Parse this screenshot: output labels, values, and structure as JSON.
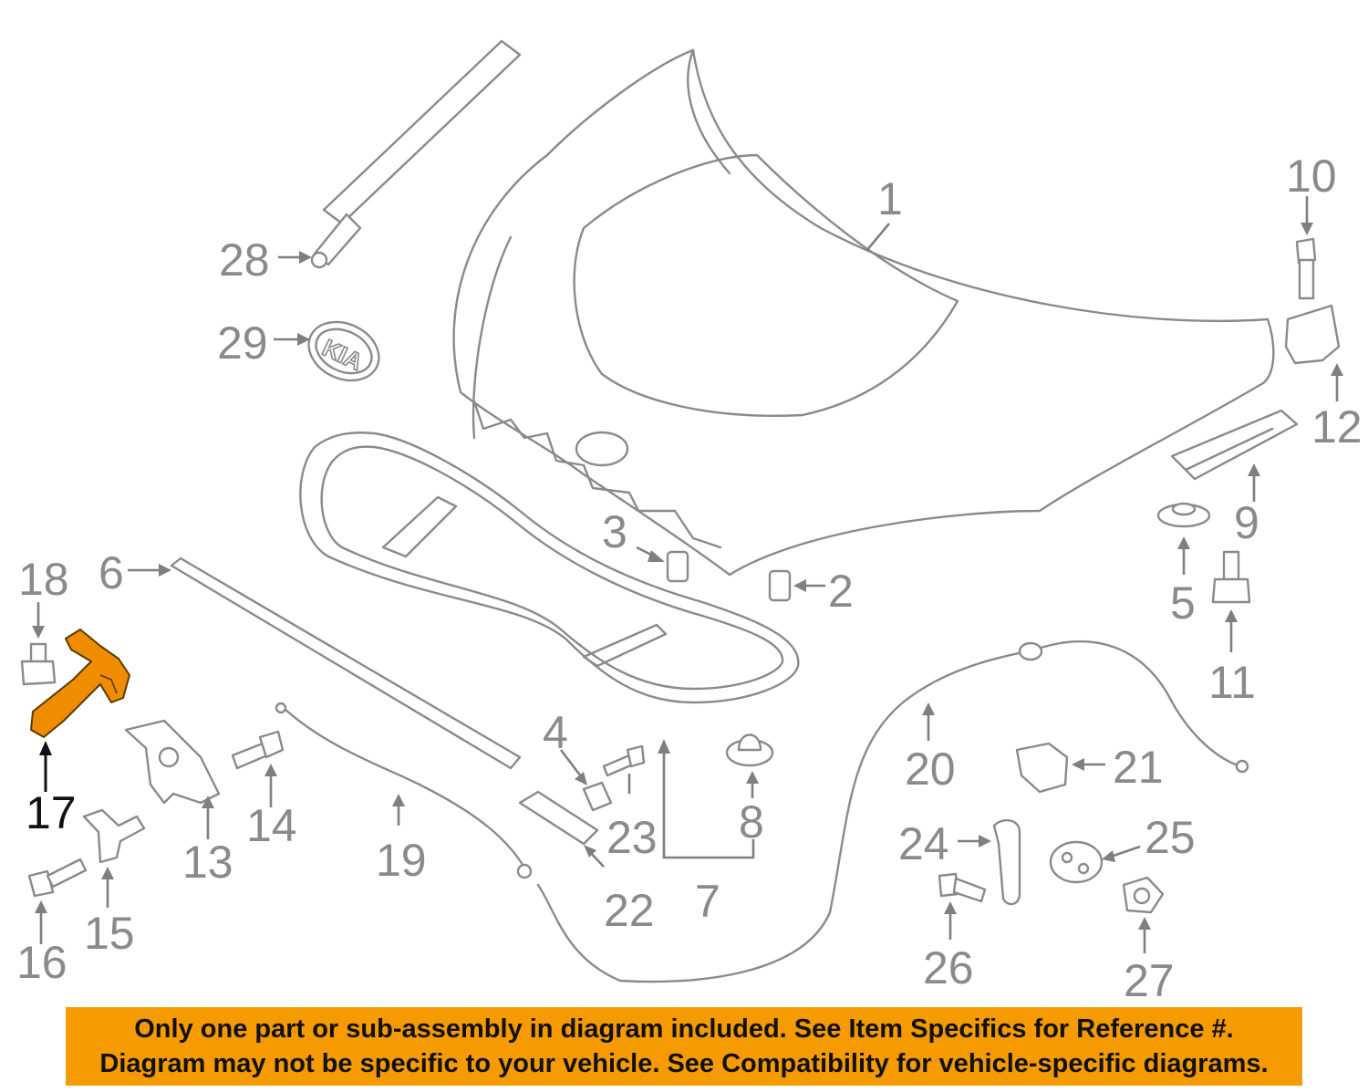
{
  "callouts": [
    {
      "n": "1"
    },
    {
      "n": "2"
    },
    {
      "n": "3"
    },
    {
      "n": "4"
    },
    {
      "n": "5"
    },
    {
      "n": "6"
    },
    {
      "n": "7"
    },
    {
      "n": "8"
    },
    {
      "n": "9"
    },
    {
      "n": "10"
    },
    {
      "n": "11"
    },
    {
      "n": "12"
    },
    {
      "n": "13"
    },
    {
      "n": "14"
    },
    {
      "n": "15"
    },
    {
      "n": "16"
    },
    {
      "n": "17"
    },
    {
      "n": "18"
    },
    {
      "n": "19"
    },
    {
      "n": "20"
    },
    {
      "n": "21"
    },
    {
      "n": "22"
    },
    {
      "n": "23"
    },
    {
      "n": "24"
    },
    {
      "n": "25"
    },
    {
      "n": "26"
    },
    {
      "n": "27"
    },
    {
      "n": "28"
    },
    {
      "n": "29"
    }
  ],
  "highlighted_part": "17",
  "emblem_text": "KIA",
  "colors": {
    "highlight": "#f08c00",
    "banner": "#f59a00",
    "line_art": "#8a8a8a"
  },
  "banner": {
    "line1": "Only one part or sub-assembly in diagram included. See Item Specifics for Reference #.",
    "line2": "Diagram may not be specific to your vehicle. See Compatibility for vehicle-specific diagrams."
  }
}
